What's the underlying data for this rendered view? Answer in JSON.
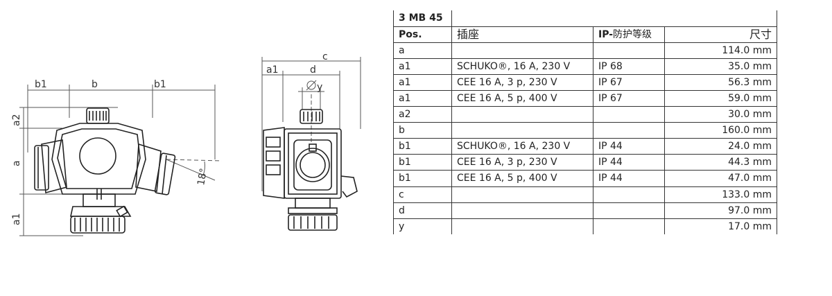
{
  "drawings": {
    "front_labels": {
      "b1_left": "b1",
      "b": "b",
      "b1_right": "b1",
      "a2": "a2",
      "a": "a",
      "a1": "a1",
      "angle": "18°"
    },
    "side_labels": {
      "c": "c",
      "a1": "a1",
      "d": "d",
      "y": "y"
    }
  },
  "table": {
    "title": "3 MB 45",
    "headers": {
      "pos": "Pos.",
      "socket": "插座",
      "ip_prefix": "IP-",
      "ip_rest": "防护等级",
      "size": "尺寸"
    },
    "rows": [
      {
        "pos": "a",
        "socket": "",
        "ip": "",
        "size": "114.0 mm"
      },
      {
        "pos": "a1",
        "socket": "SCHUKO®, 16 A, 230 V",
        "ip": "IP 68",
        "size": "35.0 mm"
      },
      {
        "pos": "a1",
        "socket": "CEE 16 A, 3 p, 230 V",
        "ip": "IP 67",
        "size": "56.3 mm"
      },
      {
        "pos": "a1",
        "socket": "CEE 16 A, 5 p, 400 V",
        "ip": "IP 67",
        "size": "59.0 mm"
      },
      {
        "pos": "a2",
        "socket": "",
        "ip": "",
        "size": "30.0 mm"
      },
      {
        "pos": "b",
        "socket": "",
        "ip": "",
        "size": "160.0 mm"
      },
      {
        "pos": "b1",
        "socket": "SCHUKO®, 16 A, 230 V",
        "ip": "IP 44",
        "size": "24.0 mm"
      },
      {
        "pos": "b1",
        "socket": "CEE 16 A, 3 p, 230 V",
        "ip": "IP 44",
        "size": "44.3 mm"
      },
      {
        "pos": "b1",
        "socket": "CEE 16 A, 5 p, 400 V",
        "ip": "IP 44",
        "size": "47.0 mm"
      },
      {
        "pos": "c",
        "socket": "",
        "ip": "",
        "size": "133.0 mm"
      },
      {
        "pos": "d",
        "socket": "",
        "ip": "",
        "size": "97.0 mm"
      },
      {
        "pos": "y",
        "socket": "",
        "ip": "",
        "size": "17.0 mm"
      }
    ]
  }
}
